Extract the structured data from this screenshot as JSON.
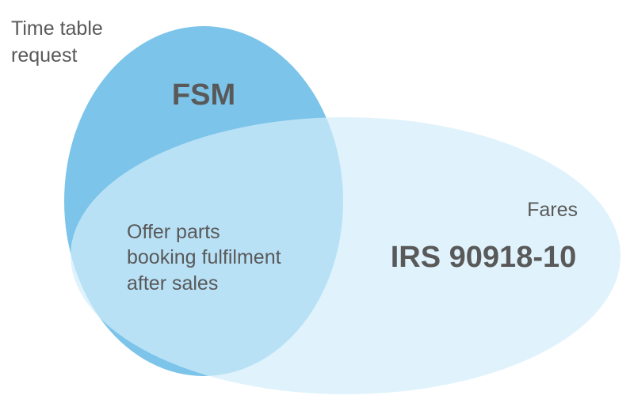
{
  "diagram": {
    "type": "venn",
    "sets": [
      {
        "id": "fsm",
        "title": "FSM",
        "caption_lines": [
          "Time table",
          "request"
        ],
        "fill_color": "#5BB5E3",
        "fill_opacity": 0.8
      },
      {
        "id": "irs",
        "title": "IRS 90918-10",
        "caption_lines": [
          "Fares"
        ],
        "fill_color": "#D3EEFB",
        "fill_opacity": 0.7
      }
    ],
    "overlap_lines": [
      "Offer parts",
      "booking fulfilment",
      "after sales"
    ],
    "text_color": "#595959"
  }
}
